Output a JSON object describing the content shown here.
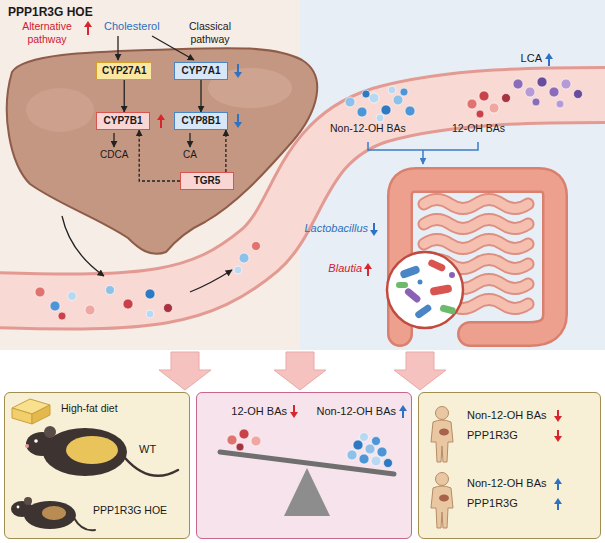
{
  "diagram": {
    "nodes": [
      {
        "text": [
          "CYP27A1"
        ]
      },
      {
        "text": [
          "CYP7A1"
        ]
      },
      {
        "text": [
          "CYP7B1"
        ]
      },
      {
        "text": [
          "CYP8B1"
        ]
      },
      {
        "text": [
          "TGR5"
        ]
      },
      {
        "text": [
          "High-fat diet",
          "WT",
          "PPP1R3G HOE"
        ]
      },
      {
        "text": [
          "12-OH BAs",
          "Non-12-OH BAs"
        ]
      },
      {
        "text": [
          "Non-12-OH BAs",
          "PPP1R3G",
          "Non-12-OH BAs",
          "PPP1R3G"
        ]
      }
    ],
    "edges": [
      {
        "from": 0,
        "to": 2,
        "arrow": "to"
      },
      {
        "from": 1,
        "to": 3,
        "arrow": "to"
      },
      {
        "from": 4,
        "to": 2,
        "arrow": "to"
      },
      {
        "from": 4,
        "to": 3,
        "arrow": "to"
      }
    ],
    "labels": [
      "PPP1R3G HOE",
      "Alternative pathway",
      "Cholesterol",
      "Classical pathway",
      "CDCA",
      "CA",
      "LCA",
      "Non-12-OH BAs",
      "12-OH BAs",
      "Lactobacillus",
      "Blautia"
    ]
  }
}
